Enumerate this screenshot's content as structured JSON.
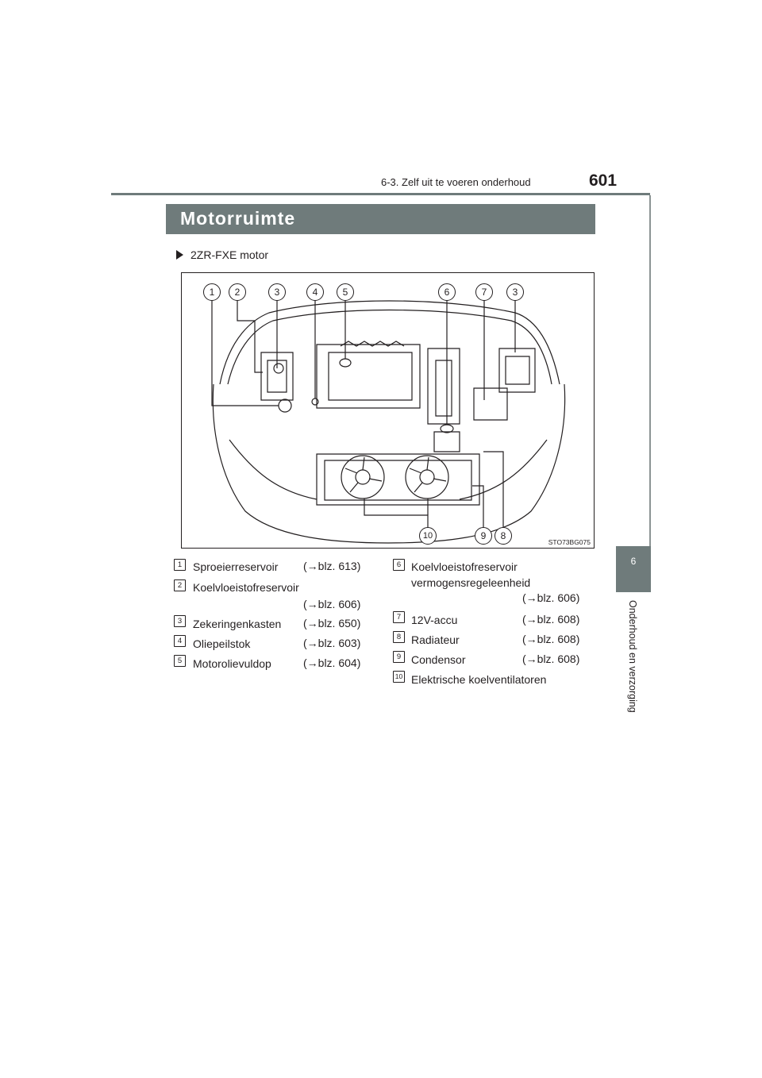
{
  "header": {
    "section": "6-3. Zelf uit te voeren onderhoud",
    "page_number": "601"
  },
  "side_tab": {
    "number": "6",
    "label": "Onderhoud en verzorging"
  },
  "title": "Motorruimte",
  "subheading": "2ZR-FXE motor",
  "figure": {
    "code": "STO73BG075",
    "callouts_top": [
      "1",
      "2",
      "3",
      "4",
      "5",
      "6",
      "7",
      "3"
    ],
    "callouts_bottom": [
      "10",
      "9",
      "8"
    ]
  },
  "legend": [
    {
      "num": "1",
      "label": "Sproeierreservoir",
      "ref": "(→blz. 613)"
    },
    {
      "num": "2",
      "label": "Koelvloeistofreservoir",
      "ref": "(→blz. 606)"
    },
    {
      "num": "3",
      "label": "Zekeringenkasten",
      "ref": "(→blz. 650)"
    },
    {
      "num": "4",
      "label": "Oliepeilstok",
      "ref": "(→blz. 603)"
    },
    {
      "num": "5",
      "label": "Motorolievuldop",
      "ref": "(→blz. 604)"
    },
    {
      "num": "6",
      "label": "Koelvloeistofreservoir",
      "label2": "vermogensregeleenheid",
      "ref": "(→blz. 606)"
    },
    {
      "num": "7",
      "label": "12V-accu",
      "ref": "(→blz. 608)"
    },
    {
      "num": "8",
      "label": "Radiateur",
      "ref": "(→blz. 608)"
    },
    {
      "num": "9",
      "label": "Condensor",
      "ref": "(→blz. 608)"
    },
    {
      "num": "10",
      "label": "Elektrische koelventilatoren",
      "ref": ""
    }
  ]
}
